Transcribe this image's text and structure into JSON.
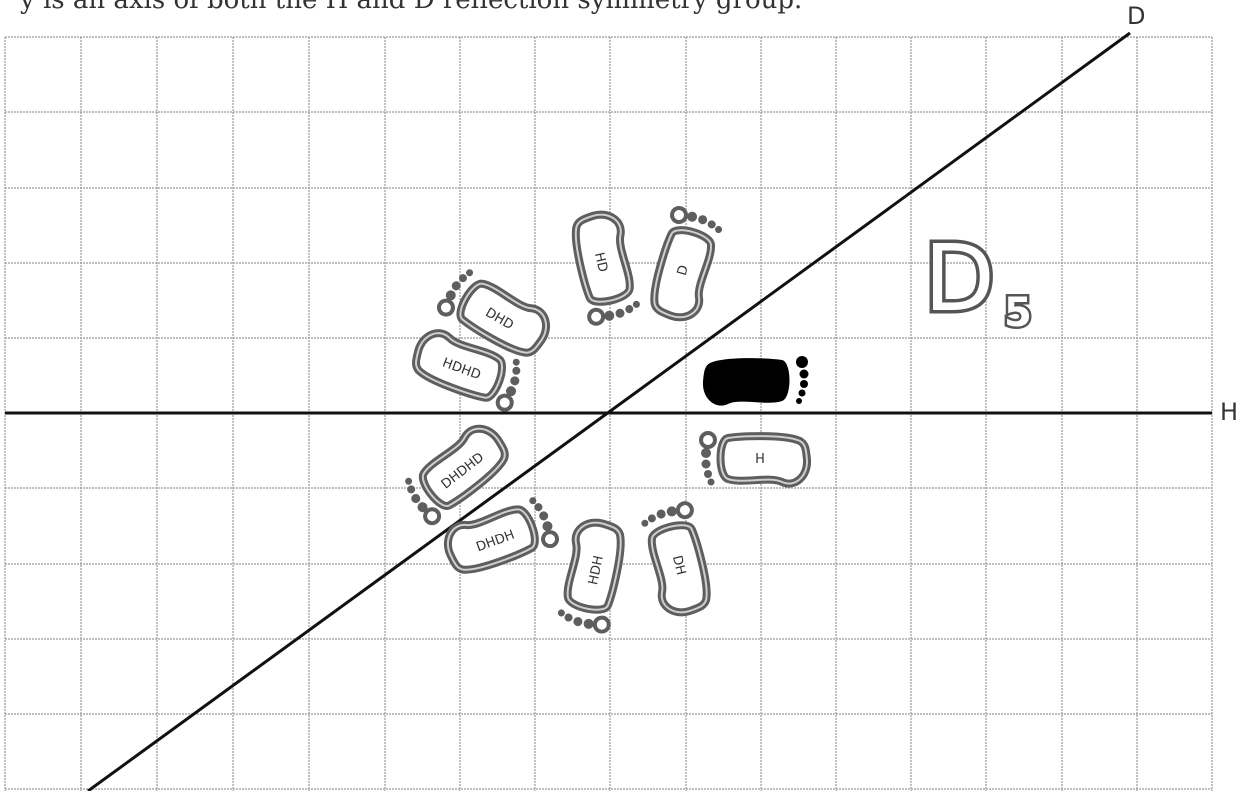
{
  "caption": "y is an axis of both the H and D reflection symmetry group.",
  "axis_labels": {
    "h_line": "H",
    "d_line": "D"
  },
  "group_name": {
    "letter": "D",
    "subscript": "5"
  },
  "footprints": [
    {
      "name": "identity-footprint",
      "label": "",
      "filled": true
    },
    {
      "name": "footprint-H",
      "label": "H",
      "filled": false
    },
    {
      "name": "footprint-D",
      "label": "D",
      "filled": false
    },
    {
      "name": "footprint-HD",
      "label": "HD",
      "filled": false
    },
    {
      "name": "footprint-DHD",
      "label": "DHD",
      "filled": false
    },
    {
      "name": "footprint-HDHD",
      "label": "HDHD",
      "filled": false
    },
    {
      "name": "footprint-DHDHD",
      "label": "DHDHD",
      "filled": false
    },
    {
      "name": "footprint-DHDH",
      "label": "DHDH",
      "filled": false
    },
    {
      "name": "footprint-HDH",
      "label": "HDH",
      "filled": false
    },
    {
      "name": "footprint-DH",
      "label": "DH",
      "filled": false
    }
  ],
  "colors": {
    "grid": "#9a9a9a",
    "ink": "#111111",
    "outline": "#5a5a5a",
    "outline_core": "#d8d8d8",
    "fill": "#000000"
  }
}
